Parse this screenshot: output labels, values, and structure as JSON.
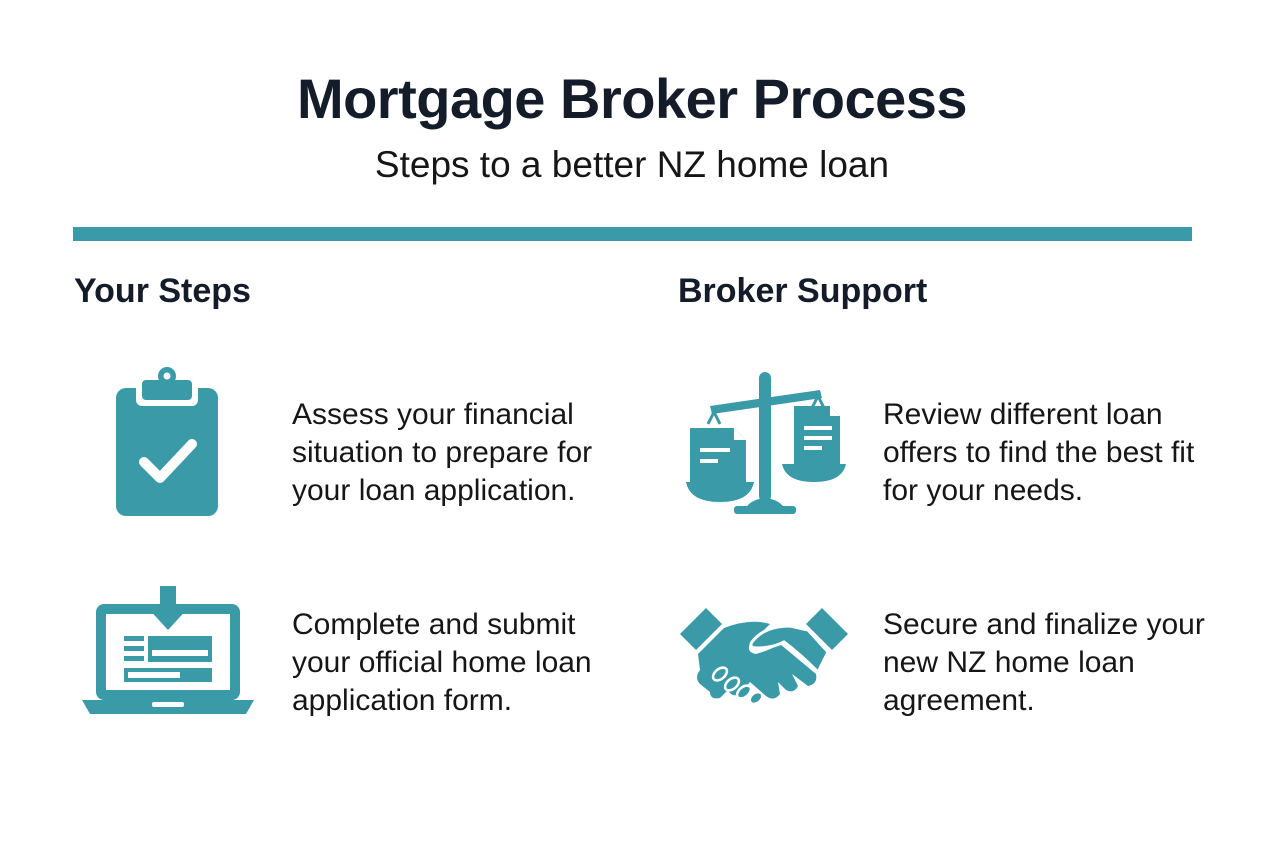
{
  "header": {
    "title": "Mortgage Broker Process",
    "subtitle": "Steps to a better NZ home loan"
  },
  "colors": {
    "accent": "#3a9aa8",
    "heading_text": "#141b29",
    "body_text": "#161616",
    "background": "#ffffff"
  },
  "columns": [
    {
      "heading": "Your Steps",
      "items": [
        {
          "icon": "clipboard-check-icon",
          "text": "Assess your financial situation to prepare for your loan application."
        },
        {
          "icon": "laptop-form-download-icon",
          "text": "Complete and submit your official home loan application form."
        }
      ]
    },
    {
      "heading": "Broker Support",
      "items": [
        {
          "icon": "balance-scale-documents-icon",
          "text": "Review different loan offers to find the best fit for your needs."
        },
        {
          "icon": "handshake-icon",
          "text": "Secure and finalize your new NZ home loan agreement."
        }
      ]
    }
  ]
}
